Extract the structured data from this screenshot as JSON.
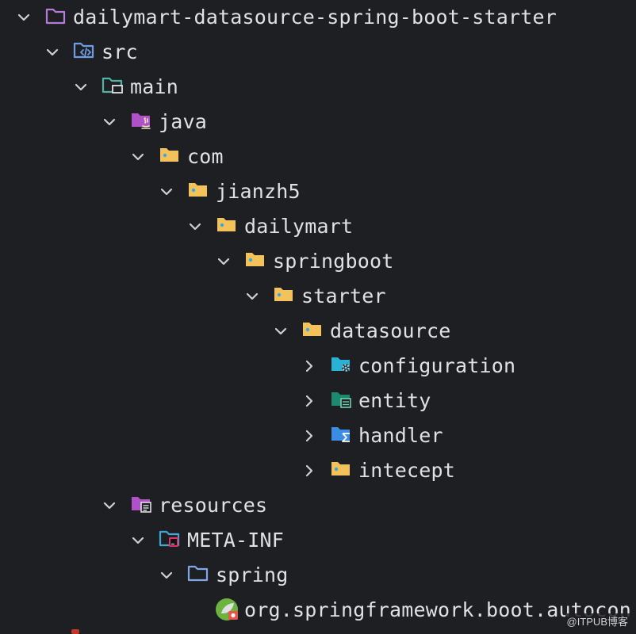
{
  "tree": {
    "root": {
      "label": "dailymart-datasource-spring-boot-starter",
      "icon": "module-folder-icon",
      "expanded": true
    },
    "src": {
      "label": "src",
      "icon": "source-root-icon",
      "expanded": true
    },
    "main": {
      "label": "main",
      "icon": "main-folder-icon",
      "expanded": true
    },
    "java": {
      "label": "java",
      "icon": "java-source-folder-icon",
      "expanded": true
    },
    "com": {
      "label": "com",
      "icon": "package-folder-icon",
      "expanded": true
    },
    "jianzh5": {
      "label": "jianzh5",
      "icon": "package-folder-icon",
      "expanded": true
    },
    "dailymart": {
      "label": "dailymart",
      "icon": "package-folder-icon",
      "expanded": true
    },
    "springboot": {
      "label": "springboot",
      "icon": "package-folder-icon",
      "expanded": true
    },
    "starter": {
      "label": "starter",
      "icon": "package-folder-icon",
      "expanded": true
    },
    "datasource": {
      "label": "datasource",
      "icon": "package-folder-icon",
      "expanded": true
    },
    "configuration": {
      "label": "configuration",
      "icon": "config-folder-icon",
      "expanded": false
    },
    "entity": {
      "label": "entity",
      "icon": "entity-folder-icon",
      "expanded": false
    },
    "handler": {
      "label": "handler",
      "icon": "handler-folder-icon",
      "expanded": false
    },
    "intecept": {
      "label": "intecept",
      "icon": "package-folder-icon",
      "expanded": false
    },
    "resources": {
      "label": "resources",
      "icon": "resources-folder-icon",
      "expanded": true
    },
    "metainf": {
      "label": "META-INF",
      "icon": "meta-inf-folder-icon",
      "expanded": true
    },
    "spring": {
      "label": "spring",
      "icon": "plain-folder-icon",
      "expanded": true
    },
    "autoconfig": {
      "label": "org.springframework.boot.autoconfigure.AutoConfiguration.imports",
      "icon": "spring-file-icon"
    }
  },
  "watermark": "@ITPUB博客",
  "colors": {
    "background": "#1e1f22",
    "text": "#dfe1e5",
    "chevron": "#ced0d6",
    "package_folder": "#f4c25b",
    "module_folder": "#b67bd9",
    "source_root": "#6e9de8",
    "java_folder": "#b052c7",
    "config_folder": "#2ab1d6",
    "entity_folder": "#1d8a6f",
    "handler_folder": "#3b8de4",
    "plain_folder": "#7fa6e8"
  }
}
